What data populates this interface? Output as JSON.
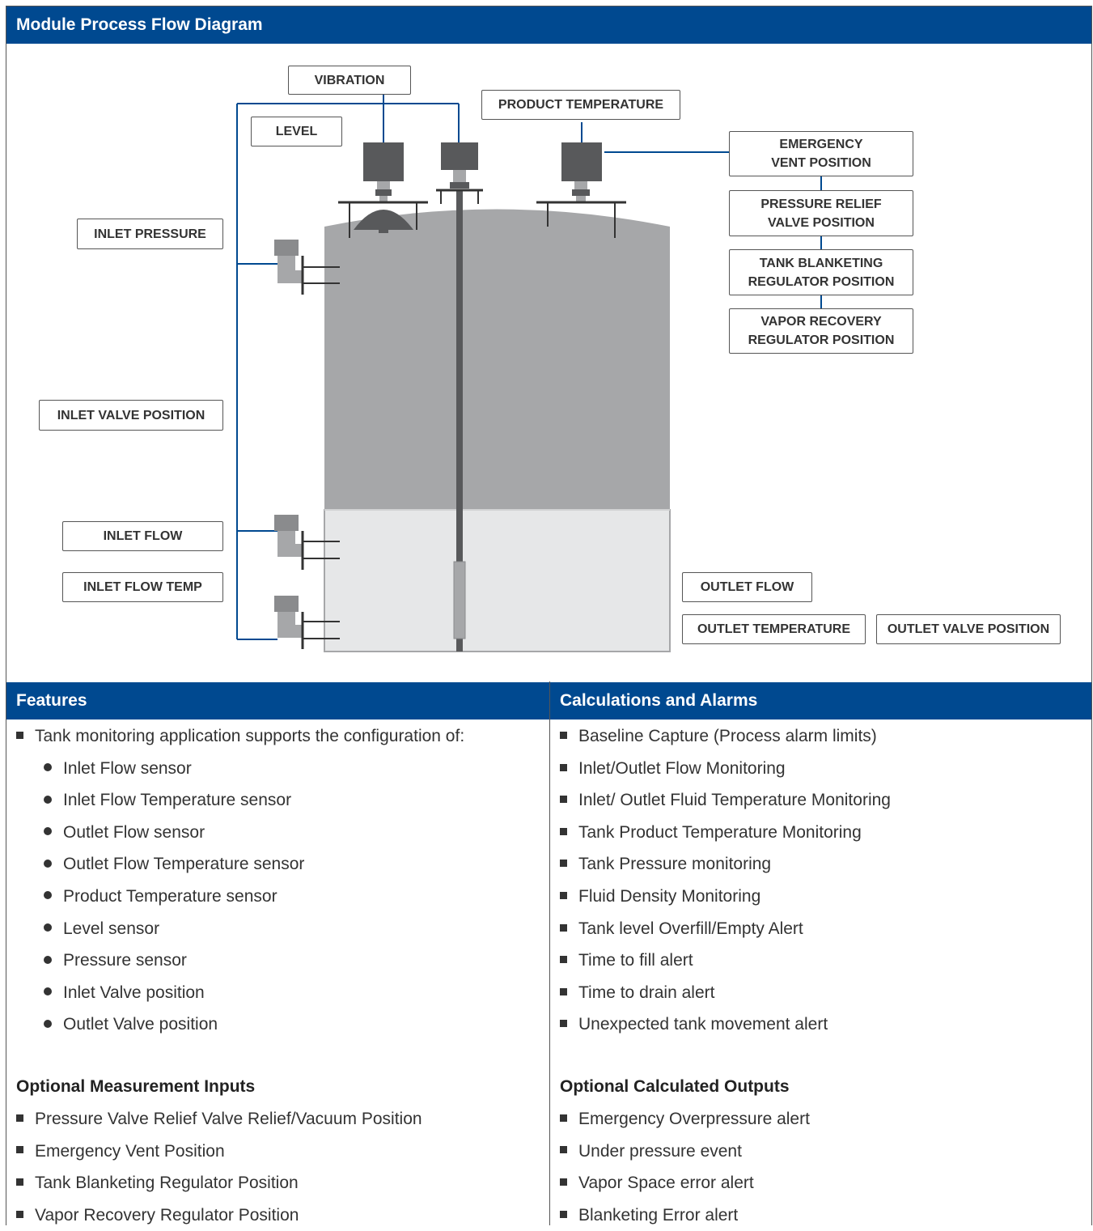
{
  "header": {
    "title": "Module Process Flow Diagram"
  },
  "diagram": {
    "labels": {
      "vibration": "VIBRATION",
      "level": "LEVEL",
      "product_temperature": "PRODUCT TEMPERATURE",
      "emergency_vent_position": "EMERGENCY\nVENT POSITION",
      "pressure_relief_valve_position": "PRESSURE RELIEF\nVALVE POSITION",
      "tank_blanketing_regulator_position": "TANK BLANKETING\nREGULATOR POSITION",
      "vapor_recovery_regulator_position": "VAPOR RECOVERY\nREGULATOR POSITION",
      "inlet_pressure": "INLET PRESSURE",
      "inlet_valve_position": "INLET VALVE POSITION",
      "inlet_flow": "INLET FLOW",
      "inlet_flow_temp": "INLET FLOW TEMP",
      "outlet_flow": "OUTLET FLOW",
      "outlet_temperature": "OUTLET TEMPERATURE",
      "outlet_valve_position": "OUTLET VALVE POSITION"
    },
    "colors": {
      "tank_upper": "#a6a7a9",
      "tank_lower": "#e6e7e8",
      "sensor_dark": "#58595b",
      "line_blue": "#004990"
    }
  },
  "features": {
    "title": "Features",
    "intro": "Tank monitoring application supports the configuration of:",
    "sensors": [
      "Inlet Flow sensor",
      "Inlet Flow Temperature sensor",
      "Outlet Flow sensor",
      "Outlet Flow Temperature sensor",
      "Product Temperature sensor",
      "Level sensor",
      "Pressure sensor",
      "Inlet Valve position",
      "Outlet Valve position"
    ],
    "optional_title": "Optional Measurement Inputs",
    "optional_items": [
      "Pressure Valve Relief Valve Relief/Vacuum Position",
      "Emergency Vent Position",
      "Tank Blanketing Regulator Position",
      "Vapor Recovery Regulator Position"
    ]
  },
  "calculations": {
    "title": "Calculations and Alarms",
    "items": [
      "Baseline Capture (Process alarm limits)",
      "Inlet/Outlet Flow Monitoring",
      "Inlet/ Outlet Fluid Temperature Monitoring",
      "Tank Product Temperature Monitoring",
      "Tank Pressure monitoring",
      "Fluid Density Monitoring",
      "Tank level Overfill/Empty Alert",
      "Time to fill alert",
      "Time to drain alert",
      "Unexpected tank movement alert"
    ],
    "optional_title": "Optional Calculated Outputs",
    "optional_items": [
      "Emergency Overpressure alert",
      "Under pressure event",
      "Vapor Space error alert",
      "Blanketing Error alert"
    ]
  }
}
